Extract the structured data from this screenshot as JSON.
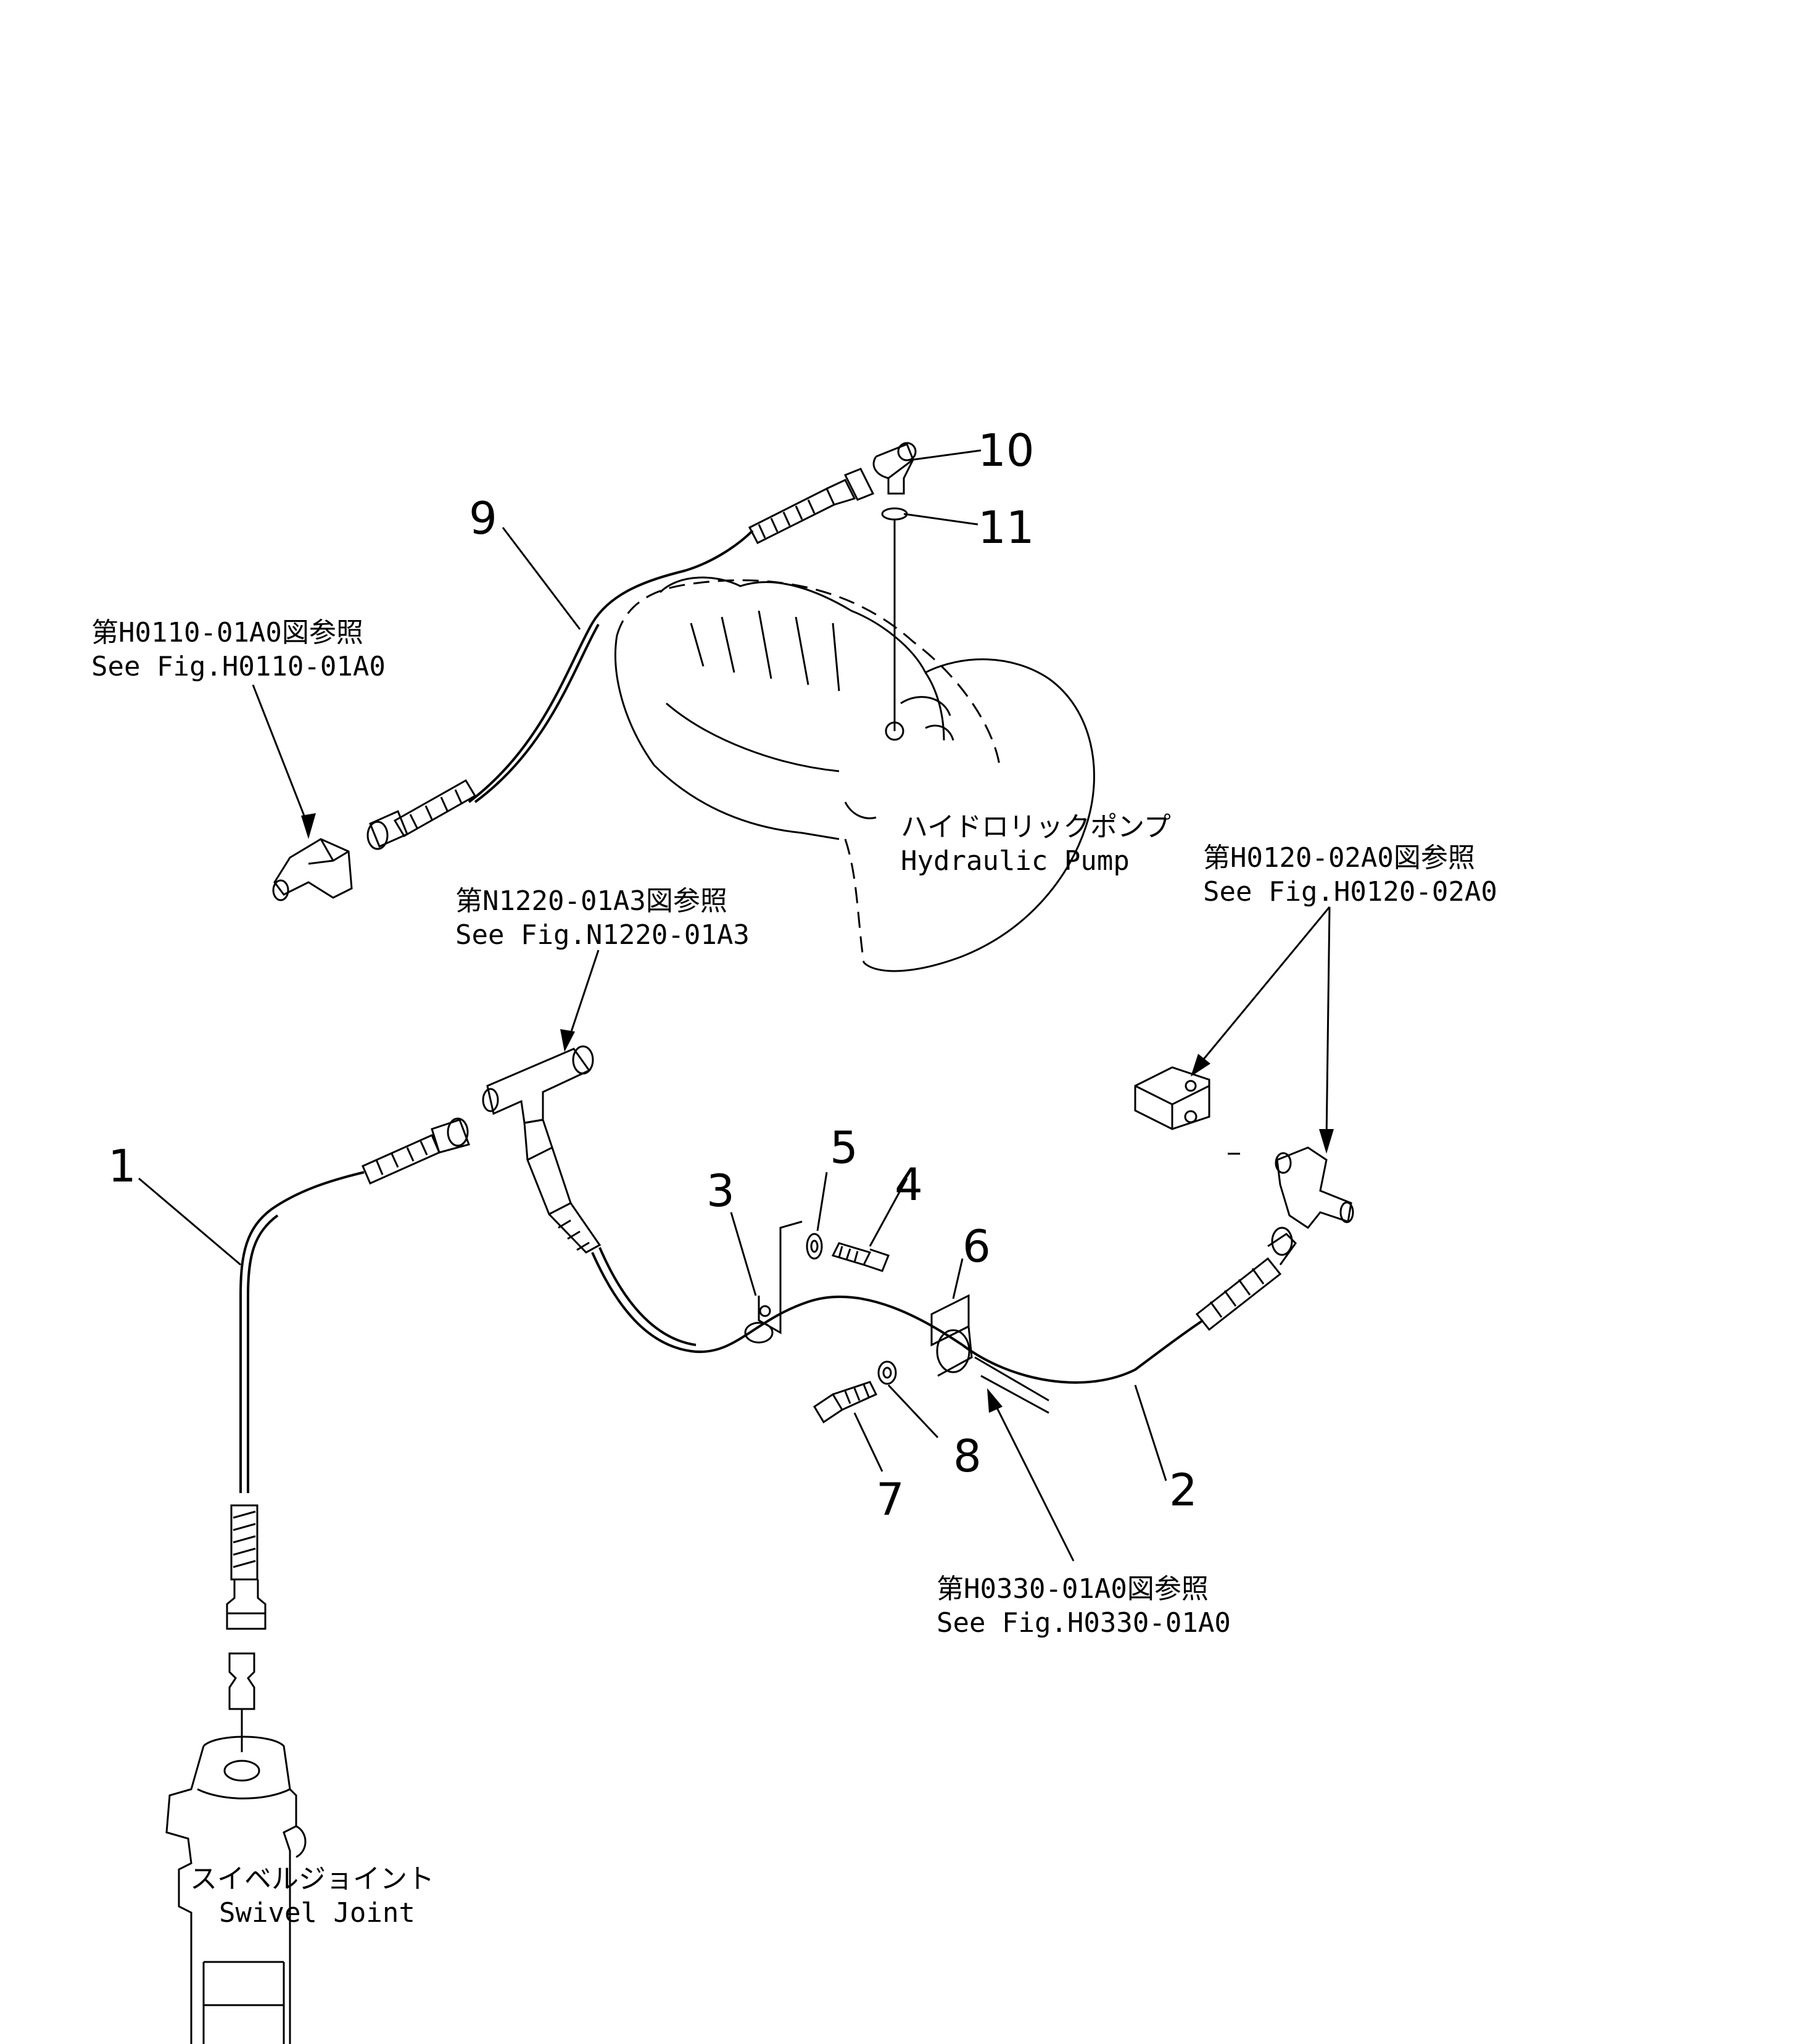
{
  "callouts": {
    "c1": "1",
    "c2": "2",
    "c3": "3",
    "c4": "4",
    "c5": "5",
    "c6": "6",
    "c7": "7",
    "c8": "8",
    "c9": "9",
    "c10": "10",
    "c11": "11"
  },
  "references": {
    "h0110": {
      "jp": "第H0110-01A0図参照",
      "en": "See Fig.H0110-01A0"
    },
    "n1220": {
      "jp": "第N1220-01A3図参照",
      "en": "See Fig.N1220-01A3"
    },
    "h0120": {
      "jp": "第H0120-02A0図参照",
      "en": "See Fig.H0120-02A0"
    },
    "h0330": {
      "jp": "第H0330-01A0図参照",
      "en": "See Fig.H0330-01A0"
    }
  },
  "components": {
    "pump": {
      "jp": "ハイドロリックポンプ",
      "en": "Hydraulic Pump"
    },
    "swivel": {
      "jp": "スイベルジョイント",
      "en": "Swivel Joint"
    }
  }
}
